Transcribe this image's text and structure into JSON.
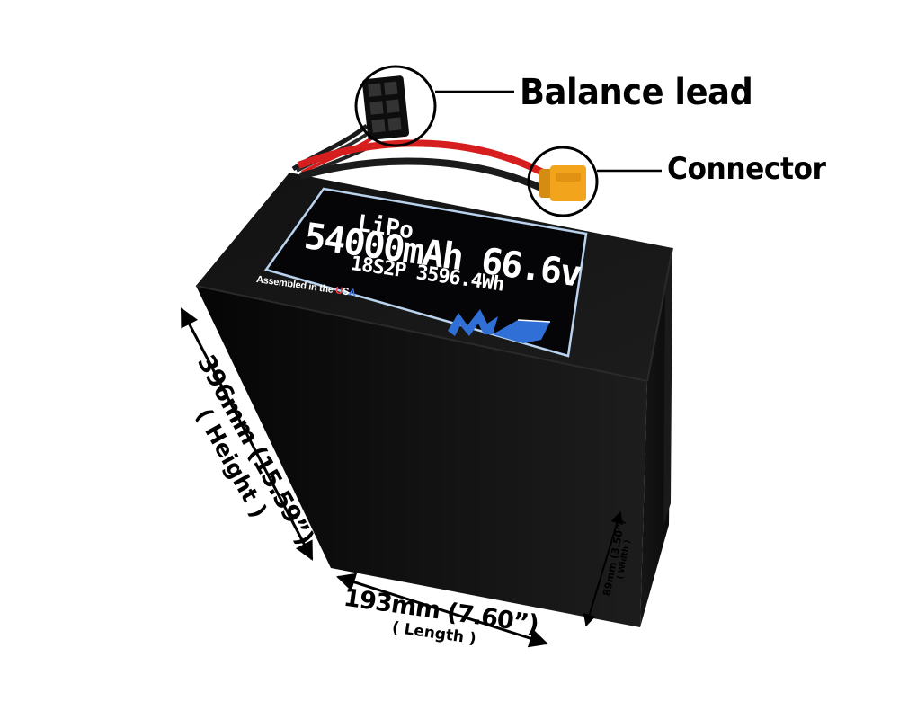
{
  "callouts": {
    "balance_lead": "Balance lead",
    "connector": "Connector"
  },
  "battery_label": {
    "chemistry": "LiPo",
    "capacity_voltage": "54000mAh 66.6v",
    "configuration": "18S2P 3596.4Wh",
    "assembled_prefix": "Assembled in the ",
    "usa": [
      "U",
      "S",
      "A"
    ],
    "logo": "MA"
  },
  "dimensions": {
    "height": {
      "value": "396mm (15.59”)",
      "label": "( Height )"
    },
    "length": {
      "value": "193mm (7.60”)",
      "label": "( Length )"
    },
    "width": {
      "value": "89mm (3.50”)",
      "label": "( Width )"
    }
  },
  "colors": {
    "battery_body": "#0c0c0c",
    "label_frame": "#b9d3ee",
    "red_wire": "#d71e1e",
    "connector_yellow": "#f2a51c",
    "logo_blue": "#2f6fd6"
  }
}
